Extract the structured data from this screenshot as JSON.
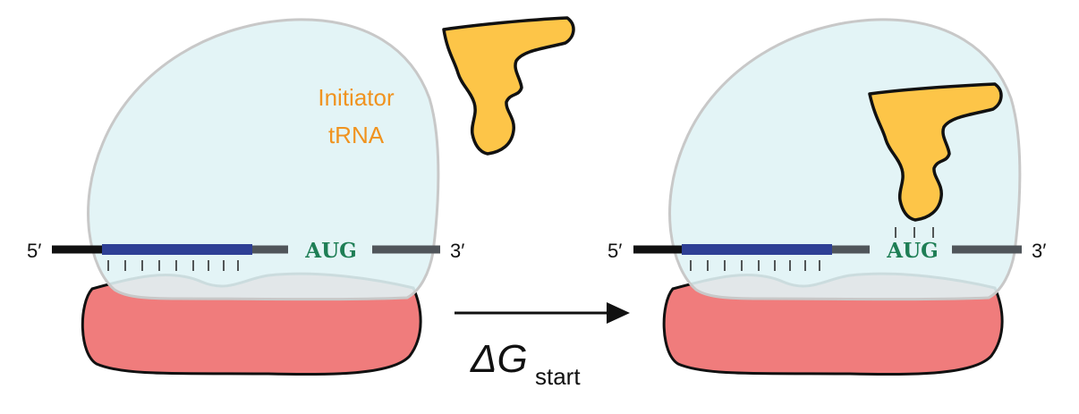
{
  "left_panel": {
    "five_prime": "5′",
    "three_prime": "3′",
    "codon": "AUG",
    "trna_label_line1": "Initiator",
    "trna_label_line2": "tRNA"
  },
  "right_panel": {
    "five_prime": "5′",
    "three_prime": "3′",
    "codon": "AUG"
  },
  "transition": {
    "symbol": "ΔG",
    "subscript": "start"
  },
  "colors": {
    "small_subunit_fill": "#e0f3f5",
    "small_subunit_stroke": "#c8c8c8",
    "large_subunit_fill": "#f07c7c",
    "trna_fill": "#fdc548",
    "trna_label": "#f0931f",
    "codon": "#1e7e55",
    "shine_dalgarno": "#2e3f95",
    "mrna_5prime": "#111111",
    "mrna_body": "#50555a"
  }
}
